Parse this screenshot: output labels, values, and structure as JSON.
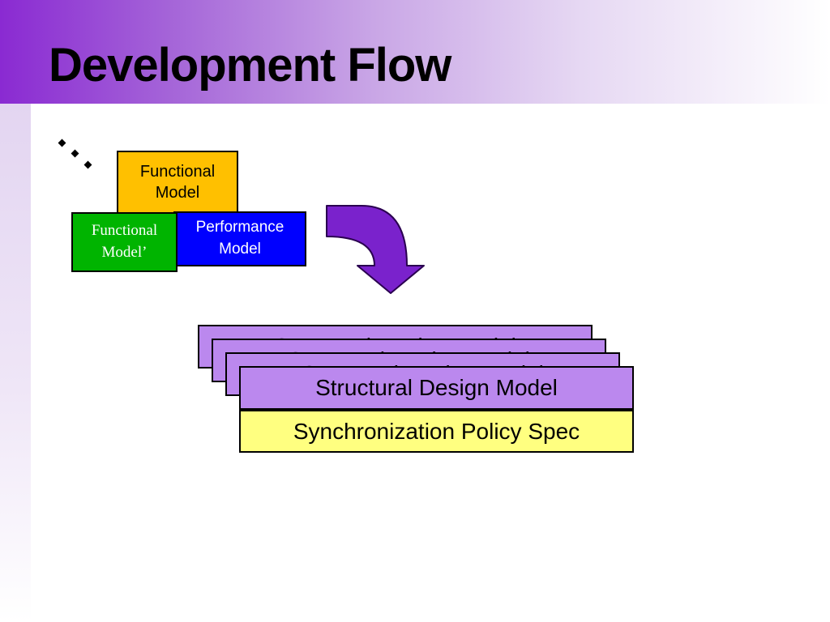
{
  "slide": {
    "title": "Development Flow"
  },
  "models": {
    "functional": "Functional\nModel",
    "functional_prime": "Functional\nModel’",
    "performance": "Performance\nModel"
  },
  "design_stack": {
    "card_label": "Structural Design Model",
    "policy_label": "Synchronization Policy Spec"
  },
  "colors": {
    "title_band": "#8a2ad2",
    "functional": "#ffc000",
    "functional_prime": "#00b400",
    "performance": "#0000ff",
    "design_card": "#bb88ee",
    "policy": "#ffff80",
    "arrow": "#7a22cc"
  },
  "icons": {
    "bullet": "diamond-bullet",
    "flow": "curved-down-arrow"
  }
}
